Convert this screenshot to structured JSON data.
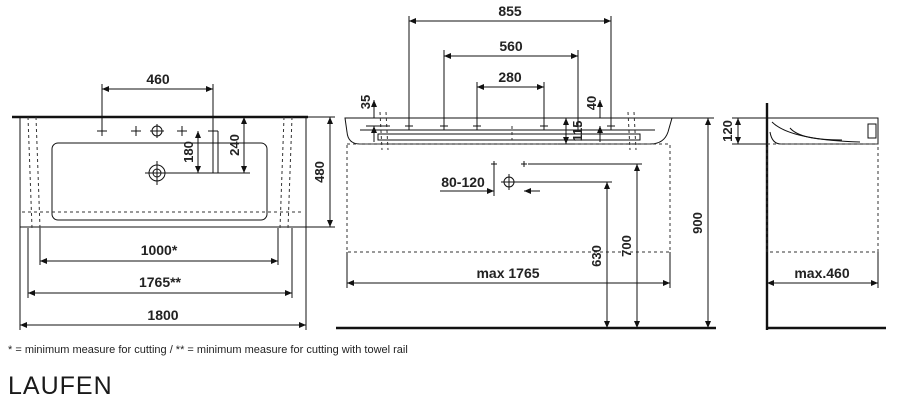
{
  "dimensions": {
    "d460_top": "460",
    "d180": "180",
    "d240": "240",
    "d480": "480",
    "d1000": "1000*",
    "d1765": "1765**",
    "d1800": "1800",
    "d855": "855",
    "d560": "560",
    "d280": "280",
    "d35": "35",
    "d40": "40",
    "d115": "115",
    "d80_120": "80-120",
    "d630": "630",
    "d700": "700",
    "d900": "900",
    "max1765": "max 1765",
    "d120": "120",
    "max460": "max.460"
  },
  "footnote": "* = minimum measure for cutting / ** = minimum measure for cutting with towel rail",
  "brand": "LAUFEN"
}
